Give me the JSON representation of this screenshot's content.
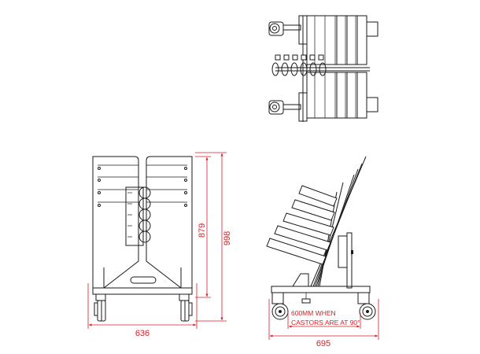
{
  "dimensions": {
    "front_width": "636",
    "front_height_inner": "879",
    "front_height_total": "998",
    "side_width": "695"
  },
  "note": {
    "line1": "600MM WHEN",
    "line2": "CASTORS ARE AT 90°"
  },
  "colors": {
    "line": "#1a1a1a",
    "dimension": "#d81f26",
    "background": "#ffffff"
  }
}
